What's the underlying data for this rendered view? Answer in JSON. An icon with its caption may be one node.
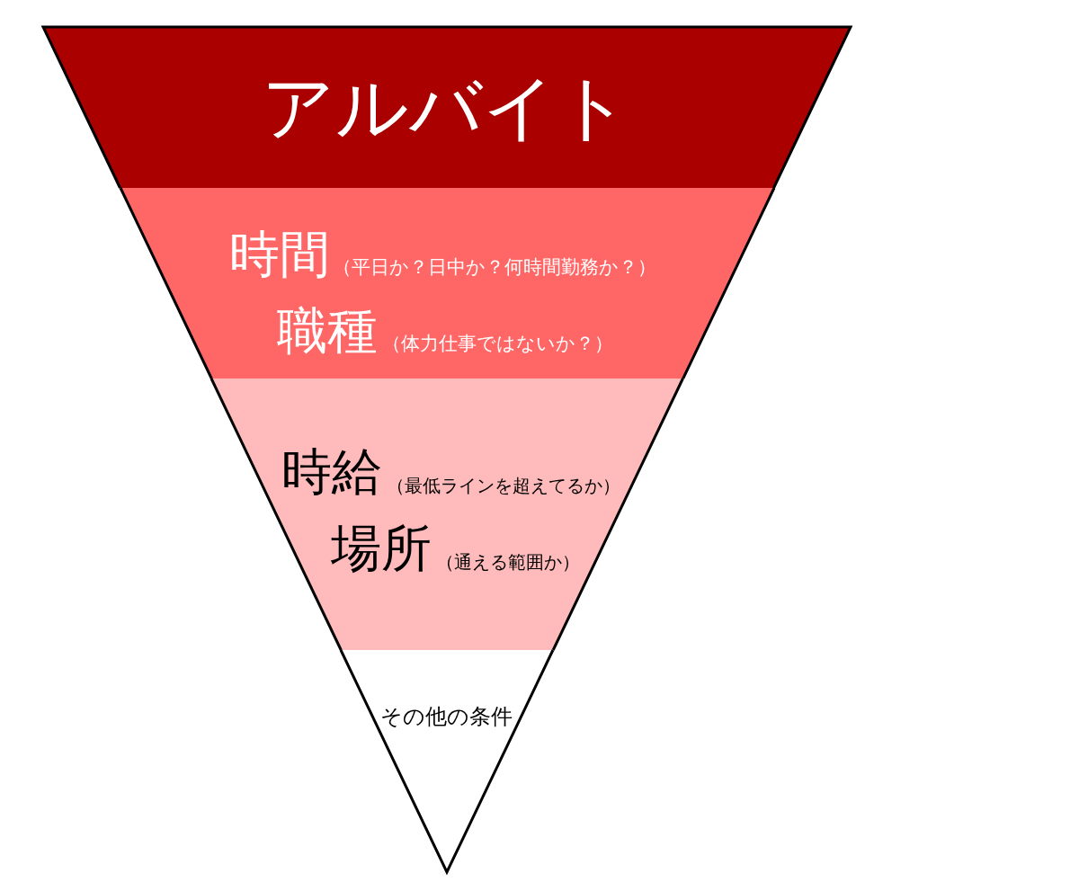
{
  "diagram": {
    "nodes": [
      {
        "text": [
          "アルバイト"
        ]
      },
      {
        "text": [
          "時間",
          "（平日か？日中か？何時間勤務か？）",
          "職種",
          "（体力仕事ではないか？）"
        ]
      },
      {
        "text": [
          "時給",
          "（最低ラインを超えてるか）",
          "場所",
          "（通える範囲か）"
        ]
      },
      {
        "text": [
          "その他の条件"
        ]
      }
    ]
  }
}
